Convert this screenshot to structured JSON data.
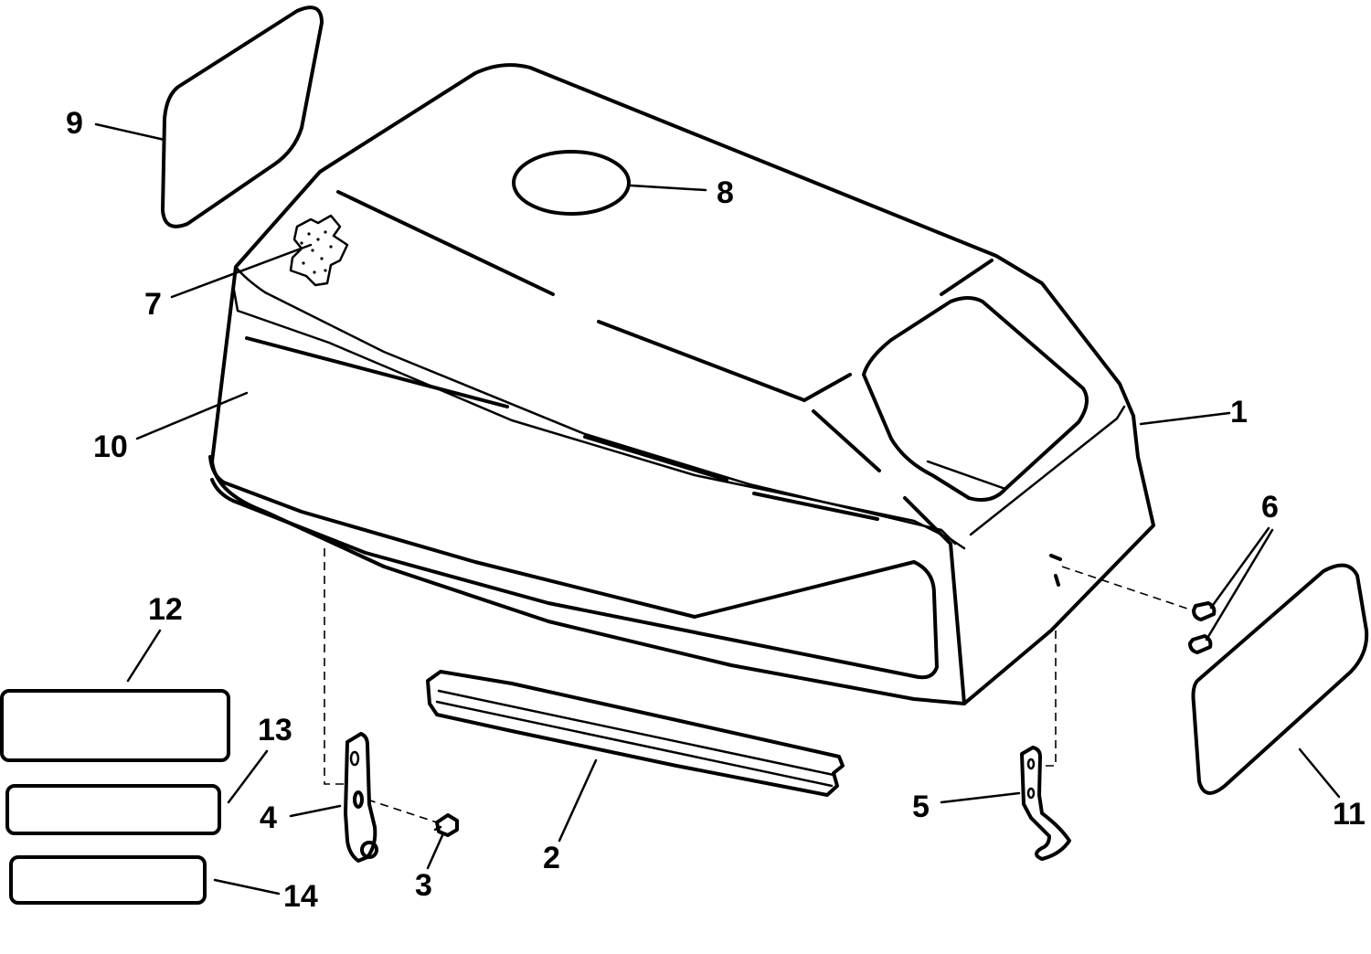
{
  "callouts": [
    {
      "id": "1",
      "label": "1",
      "part": "hood"
    },
    {
      "id": "2",
      "label": "2",
      "part": "seal-strip"
    },
    {
      "id": "3",
      "label": "3",
      "part": "screw"
    },
    {
      "id": "4",
      "label": "4",
      "part": "bracket-left"
    },
    {
      "id": "5",
      "label": "5",
      "part": "bracket-right"
    },
    {
      "id": "6",
      "label": "6",
      "part": "rivets"
    },
    {
      "id": "7",
      "label": "7",
      "part": "foam-pad"
    },
    {
      "id": "8",
      "label": "8",
      "part": "top-decal"
    },
    {
      "id": "9",
      "label": "9",
      "part": "side-decal-left"
    },
    {
      "id": "10",
      "label": "10",
      "part": "hood-side"
    },
    {
      "id": "11",
      "label": "11",
      "part": "side-decal-right"
    },
    {
      "id": "12",
      "label": "12",
      "part": "decal-large"
    },
    {
      "id": "13",
      "label": "13",
      "part": "decal-medium"
    },
    {
      "id": "14",
      "label": "14",
      "part": "decal-small"
    }
  ],
  "colors": {
    "line": "#000000",
    "background": "#ffffff"
  }
}
